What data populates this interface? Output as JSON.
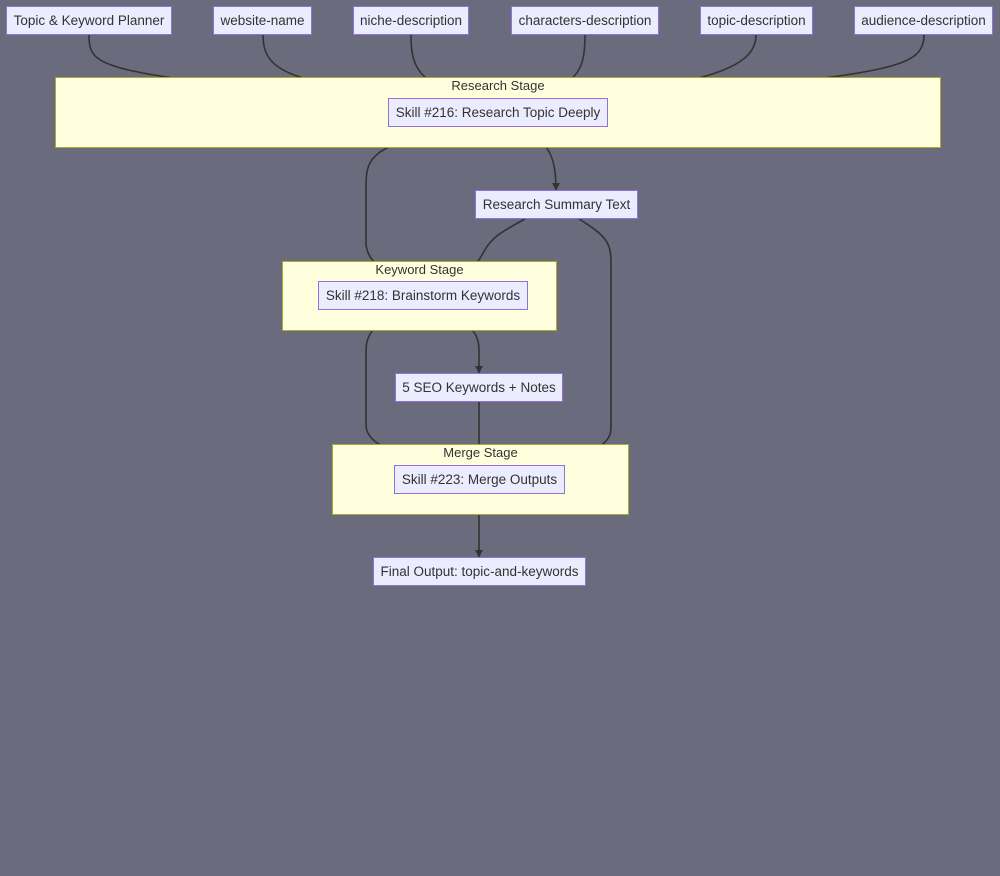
{
  "diagram": {
    "inputs": {
      "planner": "Topic & Keyword Planner",
      "website": "website-name",
      "niche": "niche-description",
      "characters": "characters-description",
      "topic": "topic-description",
      "audience": "audience-description"
    },
    "stages": {
      "research": "Research Stage",
      "keyword": "Keyword Stage",
      "merge": "Merge Stage"
    },
    "nodes": {
      "skill216": "Skill #216: Research Topic Deeply",
      "research_summary": "Research Summary Text",
      "skill218": "Skill #218: Brainstorm Keywords",
      "seo_keywords": "5 SEO Keywords + Notes",
      "skill223": "Skill #223: Merge Outputs",
      "final_output": "Final Output: topic-and-keywords"
    }
  },
  "colors": {
    "background": "#6a6b7d",
    "node_fill": "#ececff",
    "node_border": "#9370db",
    "cluster_fill": "#ffffde",
    "cluster_border": "#aaaa33",
    "edge": "#333333"
  }
}
